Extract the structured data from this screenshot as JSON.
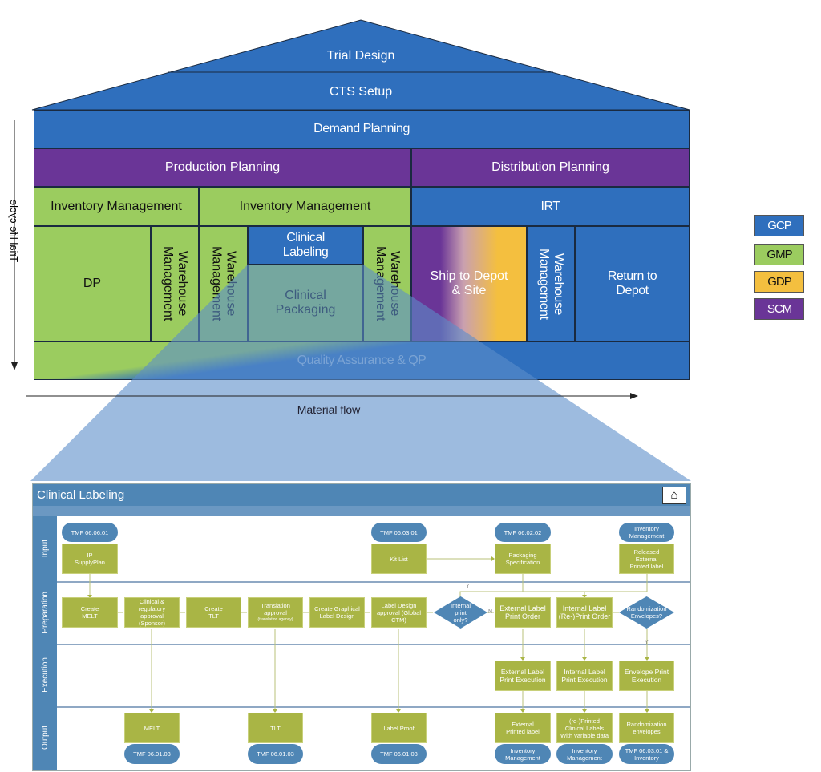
{
  "house": {
    "trial_design": "Trial Design",
    "cts_setup": "CTS Setup",
    "demand_planning": "Demand Planning",
    "production_planning": "Production Planning",
    "distribution_planning": "Distribution Planning",
    "inventory_mgmt_1": "Inventory Management",
    "inventory_mgmt_2": "Inventory Management",
    "irt": "IRT",
    "dp": "DP",
    "warehouse_mgmt": "Warehouse Management",
    "clinical_labeling": "Clinical Labeling",
    "clinical_packaging": "Clinical Packaging",
    "ship": "Ship to Depot & Site",
    "return": "Return to Depot",
    "qa": "Quality Assurance & QP"
  },
  "axes": {
    "vertical": "Trial life cycle",
    "horizontal": "Material flow"
  },
  "legend": [
    {
      "label": "GCP",
      "color": "#2f6fbd"
    },
    {
      "label": "GMP",
      "color": "#9bcc5f"
    },
    {
      "label": "GDP",
      "color": "#f4bf3f"
    },
    {
      "label": "SCM",
      "color": "#6a3597"
    }
  ],
  "colors": {
    "gcp": "#2f6fbd",
    "gmp": "#9bcc5f",
    "gdp": "#f4bf3f",
    "scm": "#6a3597",
    "process_box": "#a9b545",
    "document_pill": "#4f86b5"
  },
  "panel": {
    "title": "Clinical Labeling",
    "home_icon": "home-icon",
    "lanes": [
      "Input",
      "Preparation",
      "Execution",
      "Output"
    ],
    "input": {
      "tmf_060601": "TMF 06.06.01",
      "ip_supply": "IP SupplyPlan",
      "tmf_060301": "TMF 06.03.01",
      "kit_list": "Kit List",
      "tmf_060202": "TMF 06.02.02",
      "packaging_spec": "Packaging Specification",
      "inv_mgmt": "Inventory Management",
      "released": "Released External Printed label"
    },
    "prep": {
      "create_melt": "Create MELT",
      "clinical_approval": "Clinical & regulatory approval (Sponsor)",
      "create_tlt": "Create TLT",
      "translation": "Translation approval",
      "translation_sub": "(translation agency)",
      "graphical": "Create Graphical Label Design",
      "label_design": "Label Design approval (Global CTM)",
      "internal_print": "Internal print only?",
      "ext_order": "External Label Print Order",
      "int_order": "Internal Label (Re-)Print Order",
      "rand_env": "Randomization Envelopes?",
      "yes": "Y",
      "no": "N"
    },
    "exec": {
      "ext_exec": "External Label Print Execution",
      "int_exec": "Internal Label Print Execution",
      "env_exec": "Envelope Print Execution"
    },
    "output": {
      "melt": "MELT",
      "tlt": "TLT",
      "label_proof": "Label Proof",
      "ext_printed": "External Printed label",
      "reprinted": "(re-)Printed Clinical Labels With variable data",
      "rand_envelopes": "Randomization envelopes",
      "tmf_1": "TMF 06.01.03",
      "tmf_2": "TMF 06.01.03",
      "tmf_3": "TMF 06.01.03",
      "inv_1": "Inventory Management",
      "inv_2": "Inventory Management",
      "tmf_inv": "TMF 06.03.01 & Inventory"
    }
  }
}
